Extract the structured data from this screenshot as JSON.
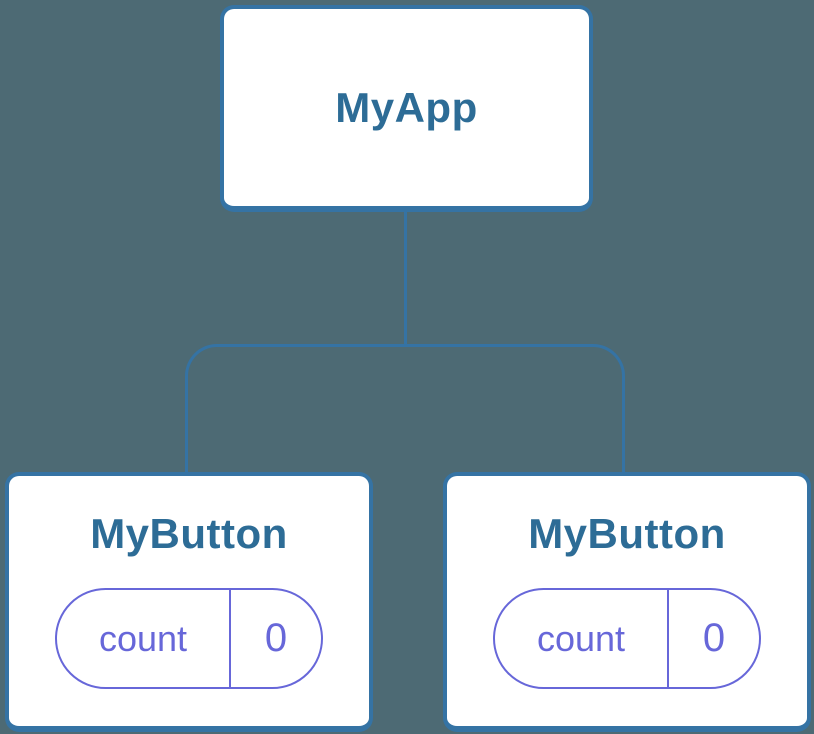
{
  "colors": {
    "background": "#4d6a74",
    "card_background": "#ffffff",
    "card_border": "#3573a4",
    "title_text": "#2d6c96",
    "connector": "#3573a4",
    "state_accent": "#6767d9"
  },
  "tree": {
    "root": {
      "title": "MyApp"
    },
    "children": [
      {
        "title": "MyButton",
        "state": {
          "label": "count",
          "value": "0"
        }
      },
      {
        "title": "MyButton",
        "state": {
          "label": "count",
          "value": "0"
        }
      }
    ]
  }
}
